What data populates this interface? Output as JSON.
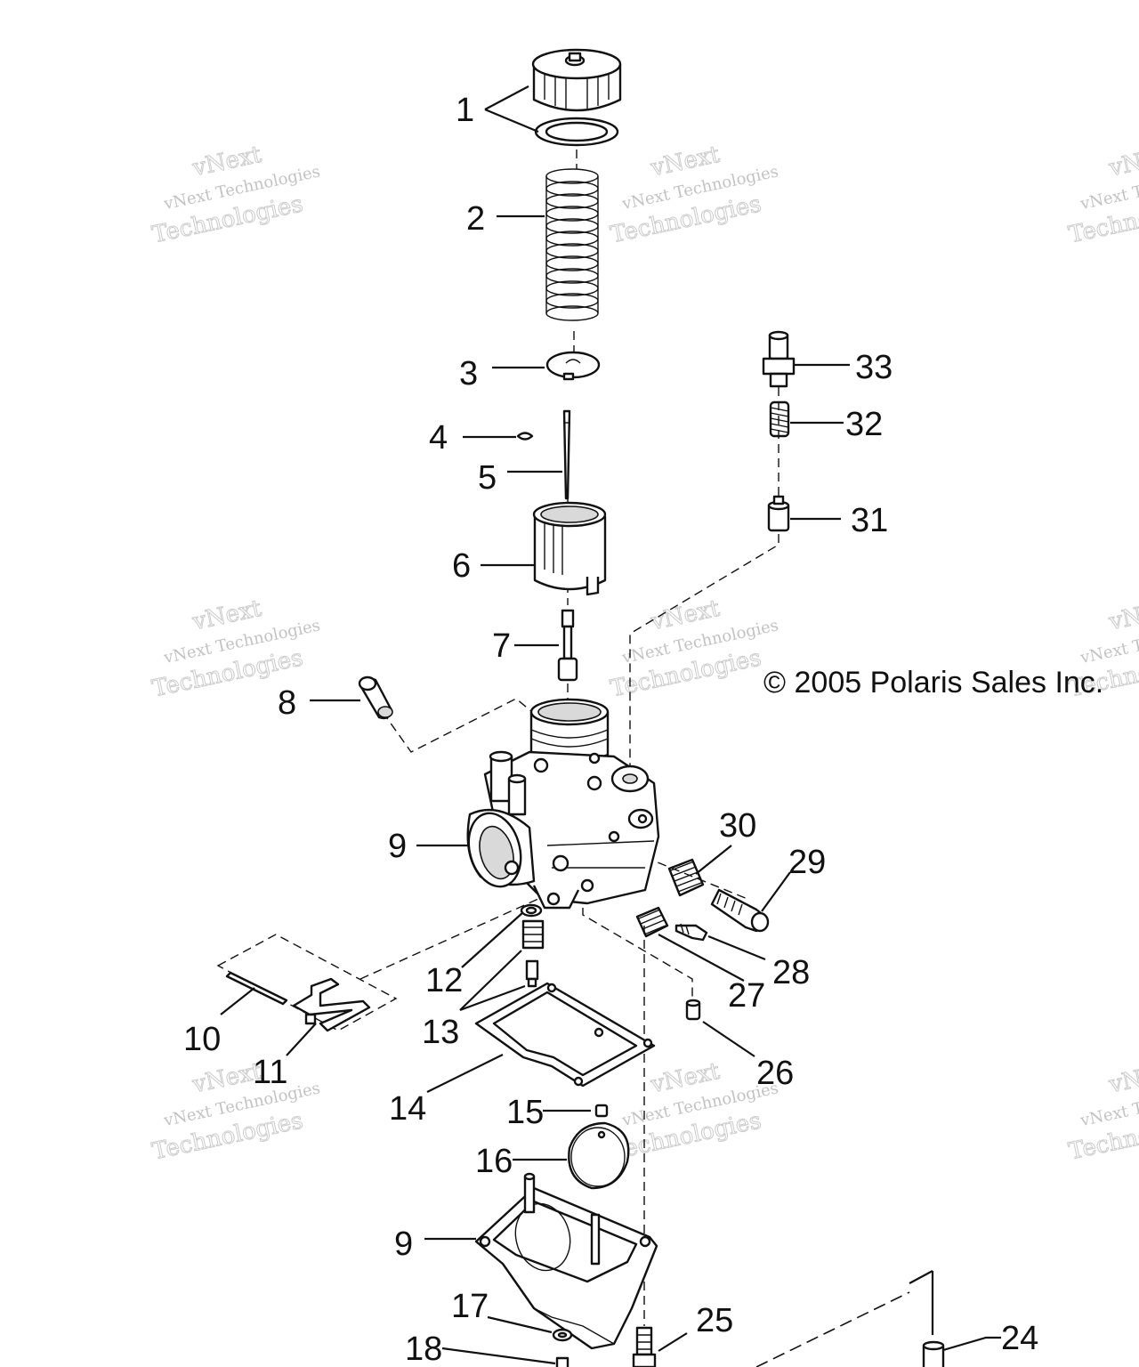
{
  "diagram": {
    "copyright": "© 2005 Polaris Sales Inc.",
    "watermark_small": "vNext Technologies",
    "watermark_large": "Technologies",
    "watermark_top": "vNext",
    "callouts": [
      "1",
      "2",
      "3",
      "4",
      "5",
      "6",
      "7",
      "8",
      "9",
      "10",
      "11",
      "12",
      "13",
      "14",
      "15",
      "16",
      "9",
      "17",
      "18",
      "24",
      "25",
      "26",
      "27",
      "28",
      "29",
      "30",
      "31",
      "32",
      "33"
    ]
  }
}
